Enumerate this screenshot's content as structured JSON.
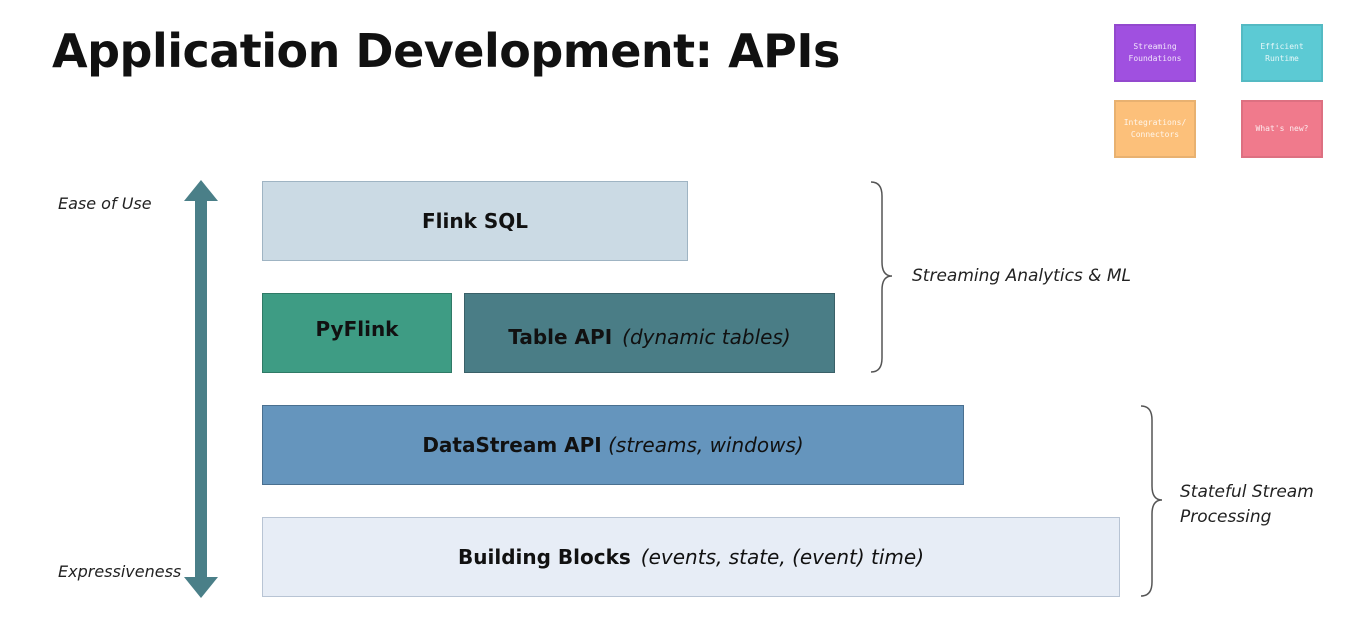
{
  "title": "Application Development: APIs",
  "stickies": [
    {
      "line1": "Streaming",
      "line2": "Foundations",
      "color": "#a050e0"
    },
    {
      "line1": "Efficient",
      "line2": "Runtime",
      "color": "#5ccad4"
    },
    {
      "line1": "Integrations/",
      "line2": "Connectors",
      "color": "#fcc07a"
    },
    {
      "line1": "What's new?",
      "line2": "",
      "color": "#f07a8c"
    }
  ],
  "axis": {
    "top_label": "Ease of Use",
    "bottom_label": "Expressiveness",
    "color": "#4a7f88"
  },
  "layers": {
    "flink_sql": {
      "name": "Flink SQL",
      "color": "#cbdae4"
    },
    "pyflink": {
      "name": "PyFlink",
      "color": "#3e9c84"
    },
    "table_api": {
      "name": "Table API",
      "detail": "(dynamic tables)",
      "color": "#4a7d86"
    },
    "datastream": {
      "name": "DataStream API",
      "detail": "(streams, windows)",
      "color": "#6595bd"
    },
    "building_blocks": {
      "name": "Building Blocks",
      "detail": "(events, state, (event) time)",
      "color": "#e7edf6"
    }
  },
  "groups": {
    "analytics": "Streaming Analytics & ML",
    "stateful_line1": "Stateful Stream",
    "stateful_line2": "Processing"
  }
}
